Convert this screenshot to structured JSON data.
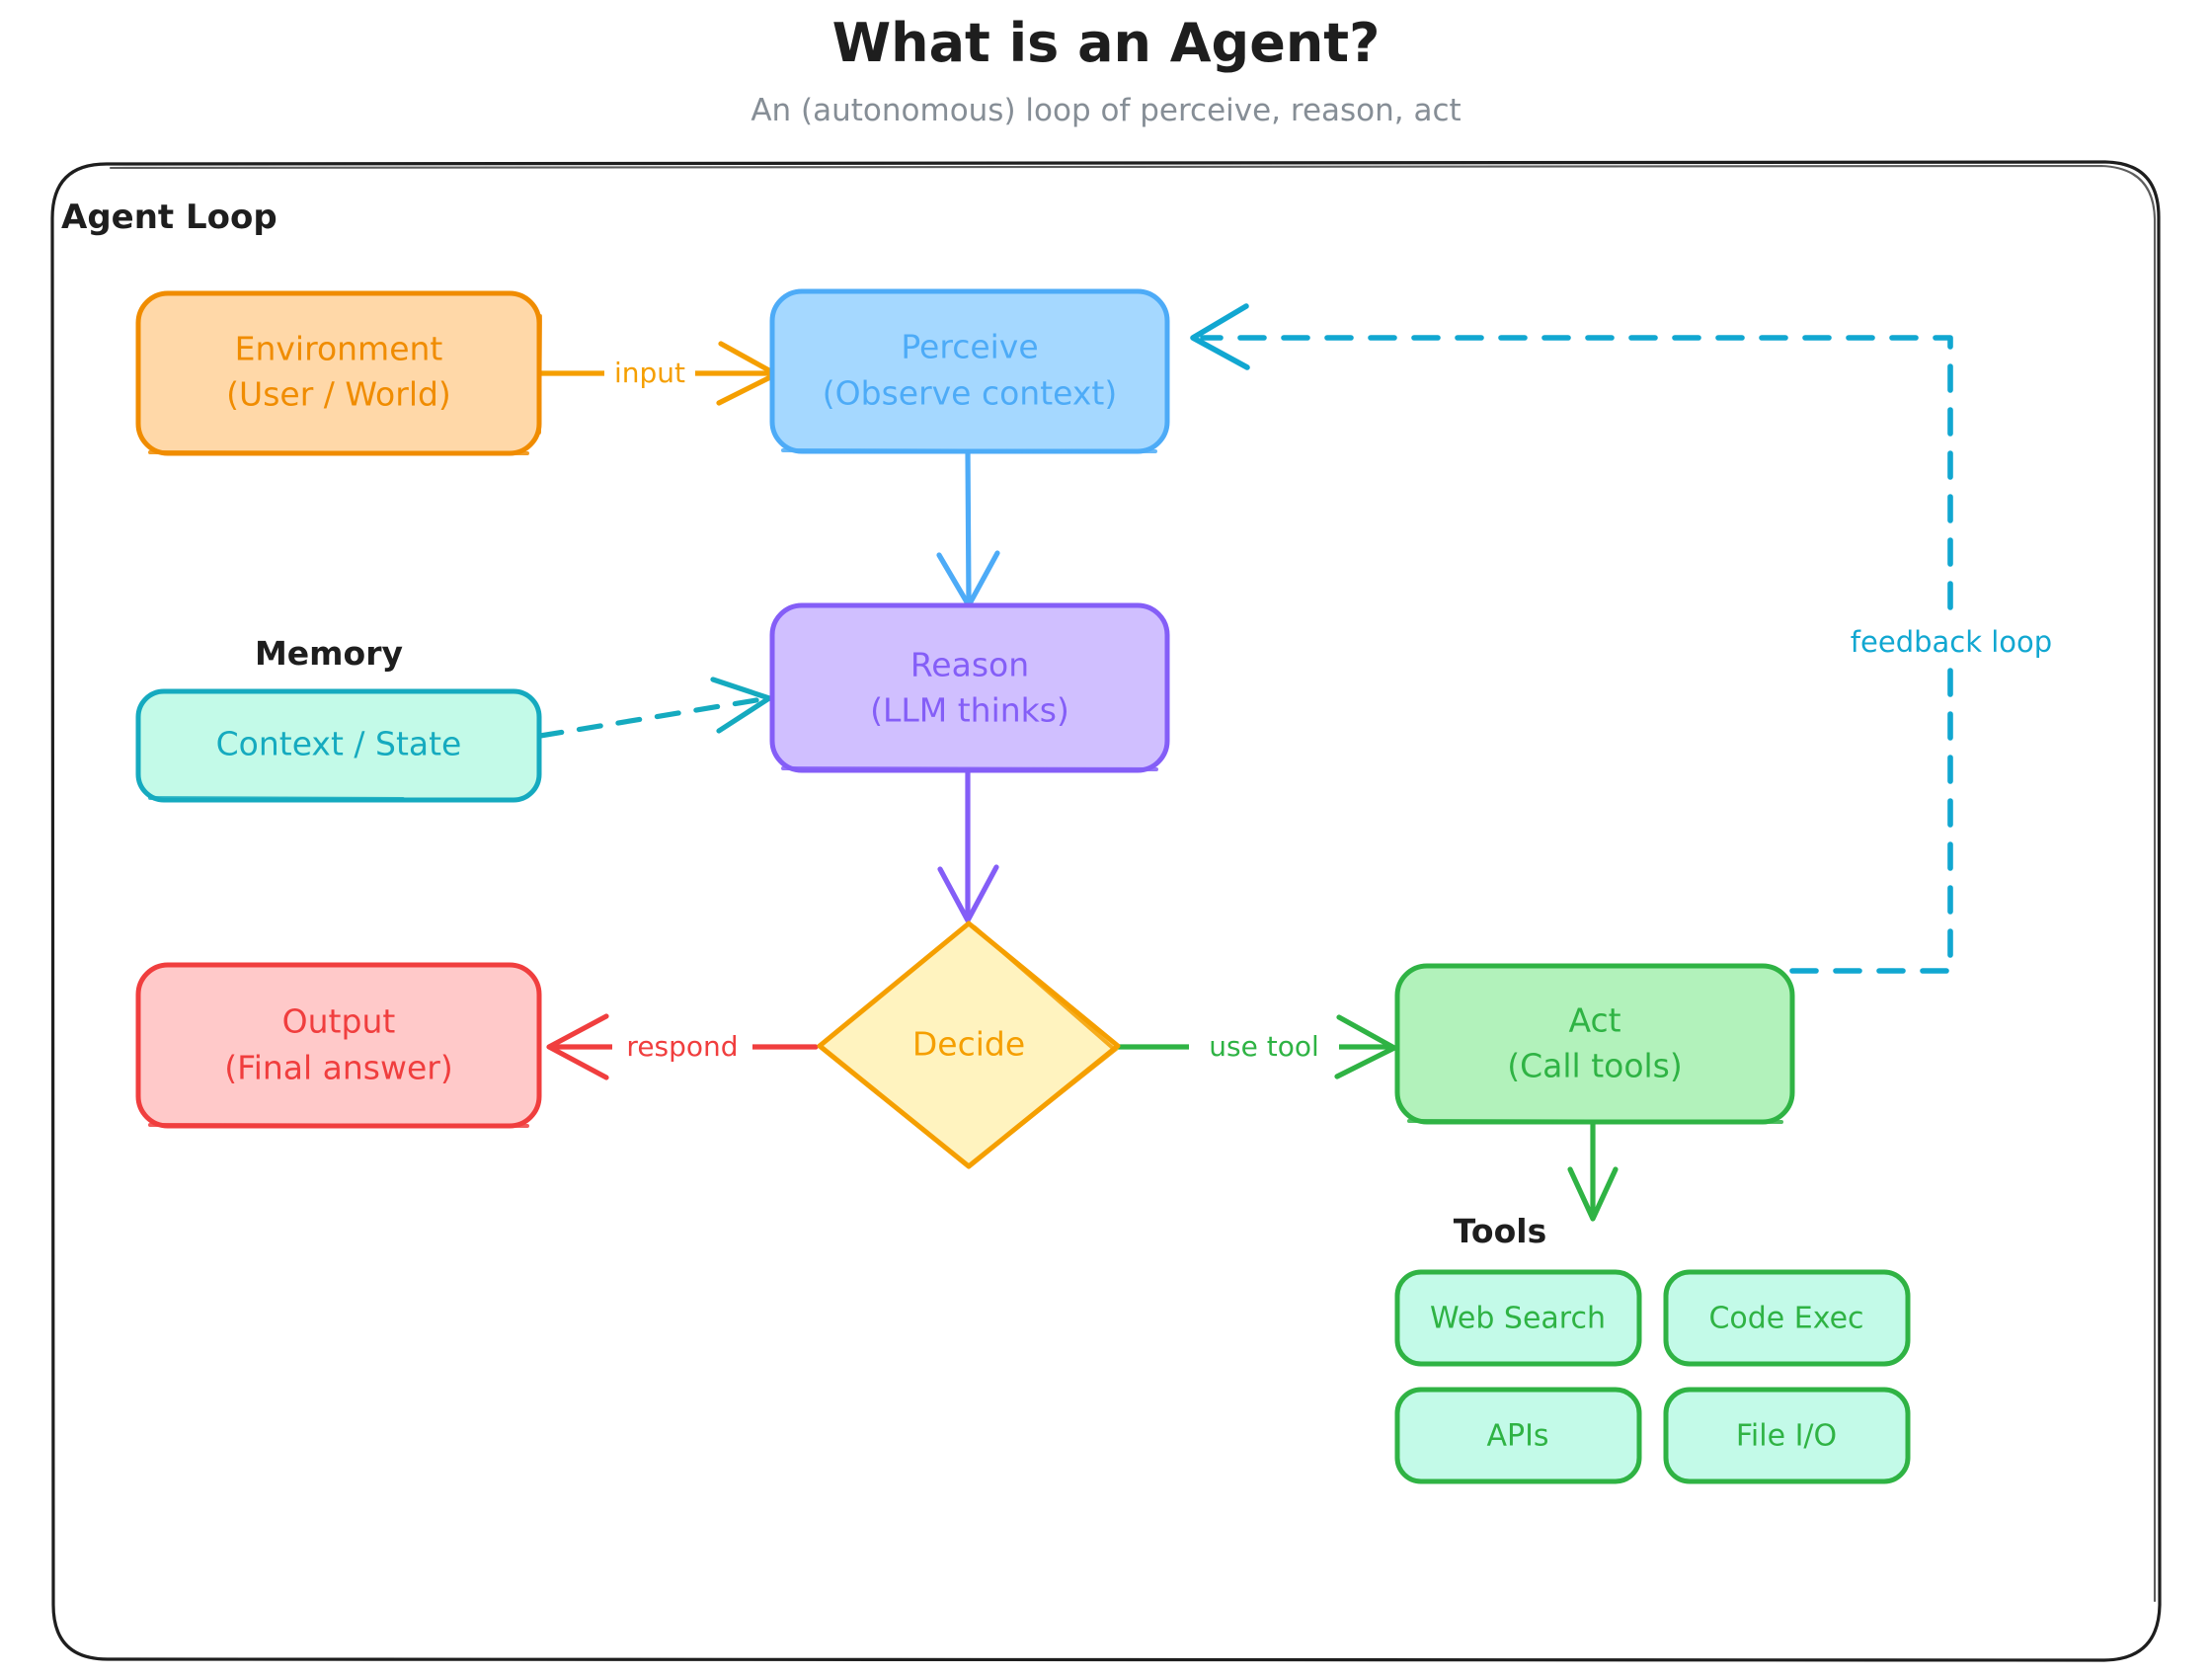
{
  "header": {
    "title": "What is an Agent?",
    "subtitle": "An (autonomous) loop of perceive, reason, act"
  },
  "container": {
    "label": "Agent Loop",
    "border_color": "#1e1e1e"
  },
  "nodes": {
    "environment": {
      "line1": "Environment",
      "line2": "(User / World)",
      "fill": "#ffd8a8",
      "stroke": "#f08c00",
      "text_color": "#f08c00"
    },
    "perceive": {
      "line1": "Perceive",
      "line2": "(Observe context)",
      "fill": "#a5d8ff",
      "stroke": "#4dabf7",
      "text_color": "#4dabf7"
    },
    "memory_label": {
      "text": "Memory",
      "text_color": "#0b7285"
    },
    "context_state": {
      "line1": "Context / State",
      "fill": "#c3fae8",
      "stroke": "#15aabf",
      "text_color": "#15aabf"
    },
    "reason": {
      "line1": "Reason",
      "line2": "(LLM thinks)",
      "fill": "#d0bfff",
      "stroke": "#845ef7",
      "text_color": "#845ef7"
    },
    "decide": {
      "line1": "Decide",
      "fill": "#fff3bf",
      "stroke": "#f59f00",
      "text_color": "#f59f00"
    },
    "output": {
      "line1": "Output",
      "line2": "(Final answer)",
      "fill": "#ffc9c9",
      "stroke": "#f03e3e",
      "text_color": "#f03e3e"
    },
    "act": {
      "line1": "Act",
      "line2": "(Call tools)",
      "fill": "#b2f2bb",
      "stroke": "#2fb344",
      "text_color": "#2fb344"
    },
    "tools_label": {
      "text": "Tools",
      "text_color": "#14a03c"
    }
  },
  "tools": [
    {
      "label": "Web Search",
      "fill": "#c3fae8",
      "stroke": "#2fb344",
      "text_color": "#2fb344"
    },
    {
      "label": "Code Exec",
      "fill": "#c3fae8",
      "stroke": "#2fb344",
      "text_color": "#2fb344"
    },
    {
      "label": "APIs",
      "fill": "#c3fae8",
      "stroke": "#2fb344",
      "text_color": "#2fb344"
    },
    {
      "label": "File I/O",
      "fill": "#c3fae8",
      "stroke": "#2fb344",
      "text_color": "#2fb344"
    }
  ],
  "edges": {
    "input": {
      "label": "input",
      "color": "#f59f00"
    },
    "perceive_to_reason": {
      "label": "",
      "color": "#4dabf7"
    },
    "memory_to_reason": {
      "label": "",
      "color": "#15aabf",
      "style": "dashed"
    },
    "reason_to_decide": {
      "label": "",
      "color": "#845ef7"
    },
    "respond": {
      "label": "respond",
      "color": "#f03e3e"
    },
    "use_tool": {
      "label": "use tool",
      "color": "#2fb344"
    },
    "act_to_tools": {
      "label": "",
      "color": "#2fb344"
    },
    "feedback": {
      "label": "feedback loop",
      "color": "#11a7d1",
      "style": "dashed"
    }
  }
}
